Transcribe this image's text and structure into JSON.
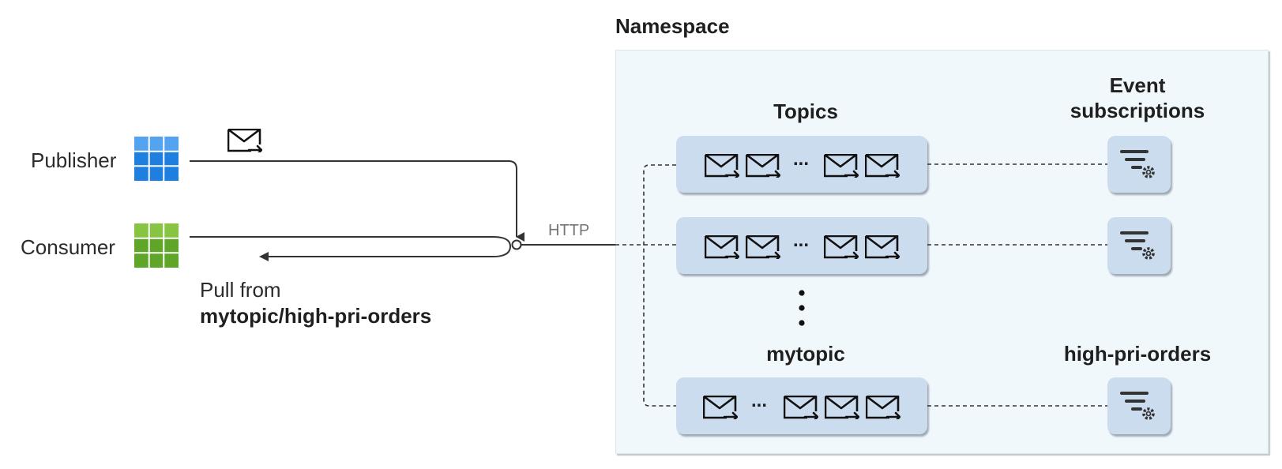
{
  "namespace": {
    "title": "Namespace"
  },
  "headers": {
    "topics": "Topics",
    "event_subscriptions_line1": "Event",
    "event_subscriptions_line2": "subscriptions",
    "mytopic": "mytopic",
    "high_pri_orders": "high-pri-orders"
  },
  "publisher": {
    "label": "Publisher",
    "icon": "blue-grid-app-icon",
    "color": "#1f7fe0"
  },
  "consumer": {
    "label": "Consumer",
    "icon": "green-grid-app-icon",
    "color": "#5ea528"
  },
  "connection": {
    "protocol": "HTTP"
  },
  "pull": {
    "line1": "Pull from",
    "line2": "mytopic/high-pri-orders"
  },
  "topics": [
    {
      "ellipsis": "..."
    },
    {
      "ellipsis": "..."
    },
    {
      "ellipsis": "..."
    }
  ],
  "colors": {
    "namespace_bg": "#f1f8fc",
    "box_fill": "#cbdcef",
    "line": "#333333"
  }
}
